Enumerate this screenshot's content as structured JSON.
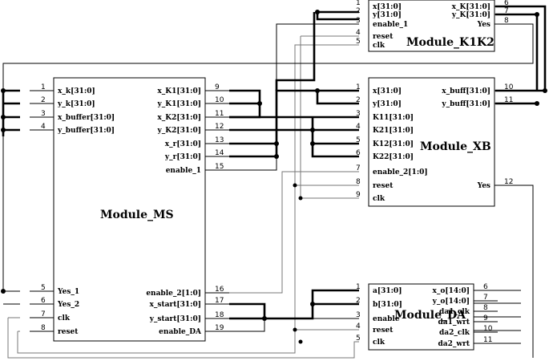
{
  "modules": {
    "ms": {
      "title": "Module_MS",
      "left_pins": [
        {
          "num": "1",
          "label": "x_k[31:0]"
        },
        {
          "num": "2",
          "label": "y_k[31:0]"
        },
        {
          "num": "3",
          "label": "x_buffer[31:0]"
        },
        {
          "num": "4",
          "label": "y_buffer[31:0]"
        },
        {
          "num": "5",
          "label": "Yes_1"
        },
        {
          "num": "6",
          "label": "Yes_2"
        },
        {
          "num": "7",
          "label": "clk"
        },
        {
          "num": "8",
          "label": "reset"
        }
      ],
      "right_pins": [
        {
          "num": "9",
          "label": "x_K1[31:0]"
        },
        {
          "num": "10",
          "label": "y_K1[31:0]"
        },
        {
          "num": "11",
          "label": "x_K2[31:0]"
        },
        {
          "num": "12",
          "label": "y_K2[31:0]"
        },
        {
          "num": "13",
          "label": "x_r[31:0]"
        },
        {
          "num": "14",
          "label": "y_r[31:0]"
        },
        {
          "num": "15",
          "label": "enable_1"
        },
        {
          "num": "16",
          "label": "enable_2[1:0]"
        },
        {
          "num": "17",
          "label": "x_start[31:0]"
        },
        {
          "num": "18",
          "label": "y_start[31:0]"
        },
        {
          "num": "19",
          "label": "enable_DA"
        }
      ]
    },
    "k1k2": {
      "title": "Module_K1K2",
      "left_pins": [
        {
          "num": "1",
          "label": "x[31:0]"
        },
        {
          "num": "2",
          "label": "y[31:0]"
        },
        {
          "num": "3",
          "label": "enable_1"
        },
        {
          "num": "4",
          "label": "reset"
        },
        {
          "num": "5",
          "label": "clk"
        }
      ],
      "right_pins": [
        {
          "num": "6",
          "label": "x_K[31:0]"
        },
        {
          "num": "7",
          "label": "y_K[31:0]"
        },
        {
          "num": "8",
          "label": "Yes"
        }
      ]
    },
    "xb": {
      "title": "Module_XB",
      "left_pins": [
        {
          "num": "1",
          "label": "x[31:0]"
        },
        {
          "num": "2",
          "label": "y[31:0]"
        },
        {
          "num": "3",
          "label": "K11[31:0]"
        },
        {
          "num": "4",
          "label": "K21[31:0]"
        },
        {
          "num": "5",
          "label": "K12[31:0]"
        },
        {
          "num": "6",
          "label": "K22[31:0]"
        },
        {
          "num": "7",
          "label": "enable_2[1:0]"
        },
        {
          "num": "8",
          "label": "reset"
        },
        {
          "num": "9",
          "label": "clk"
        }
      ],
      "right_pins": [
        {
          "num": "10",
          "label": "x_buff[31:0]"
        },
        {
          "num": "11",
          "label": "y_buff[31:0]"
        },
        {
          "num": "12",
          "label": "Yes"
        }
      ]
    },
    "da": {
      "title": "Module_DA",
      "left_pins": [
        {
          "num": "1",
          "label": "a[31:0]"
        },
        {
          "num": "2",
          "label": "b[31:0]"
        },
        {
          "num": "3",
          "label": "enable"
        },
        {
          "num": "4",
          "label": "reset"
        },
        {
          "num": "5",
          "label": "clk"
        }
      ],
      "right_pins": [
        {
          "num": "6",
          "label": "x_o[14:0]"
        },
        {
          "num": "7",
          "label": "y_o[14:0]"
        },
        {
          "num": "8",
          "label": "da1_clk"
        },
        {
          "num": "9",
          "label": "da1_wrt"
        },
        {
          "num": "10",
          "label": "da2_clk"
        },
        {
          "num": "11",
          "label": "da2_wrt"
        }
      ]
    }
  }
}
